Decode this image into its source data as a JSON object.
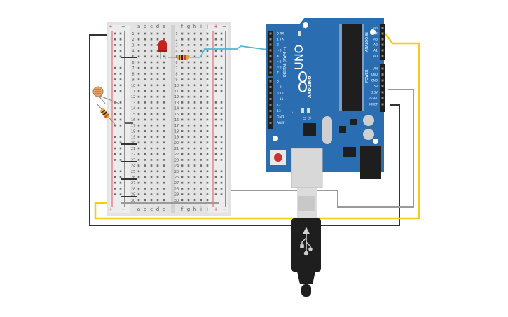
{
  "breadboard": {
    "rail_plus": "+",
    "rail_minus": "−",
    "columns_left": [
      "a",
      "b",
      "c",
      "d",
      "e"
    ],
    "columns_right": [
      "f",
      "g",
      "h",
      "i",
      "j"
    ],
    "rows": [
      "1",
      "2",
      "3",
      "4",
      "5",
      "6",
      "7",
      "8",
      "9",
      "10",
      "11",
      "12",
      "13",
      "14",
      "15",
      "16",
      "17",
      "18",
      "19",
      "20",
      "21",
      "22",
      "23",
      "24",
      "25",
      "26",
      "27",
      "28",
      "29",
      "30"
    ]
  },
  "arduino": {
    "model": "UNO",
    "brand": "ARDUINO",
    "digital_label": "DIGITAL (PWM ~)",
    "analog_label": "ANALOG IN",
    "power_label": "POWER",
    "on_label": "ON",
    "tx_label": "TX",
    "rx_label": "RX",
    "l_label": "L",
    "digital_pins": [
      "0 RX",
      "1 TX",
      "2",
      "~3",
      "4",
      "~5",
      "~6",
      "7",
      "8",
      "~9",
      "~10",
      "~11",
      "12",
      "13",
      "GND",
      "AREF"
    ],
    "analog_pins": [
      "A5",
      "A4",
      "A3",
      "A2",
      "A1",
      "A0"
    ],
    "power_pins": [
      "VIN",
      "GND",
      "GND",
      "5V",
      "3.3V",
      "RESET",
      "IOREF"
    ]
  },
  "colors": {
    "board": "#2a6db0",
    "wire_yellow": "#f2cc1a",
    "wire_black": "#333333",
    "wire_gray": "#999999",
    "wire_cyan": "#4fb8d2",
    "led": "#cc2222"
  },
  "icons": {
    "usb": "usb-icon",
    "led": "led-icon",
    "photoresistor": "photoresistor-icon",
    "resistor": "resistor-icon"
  }
}
